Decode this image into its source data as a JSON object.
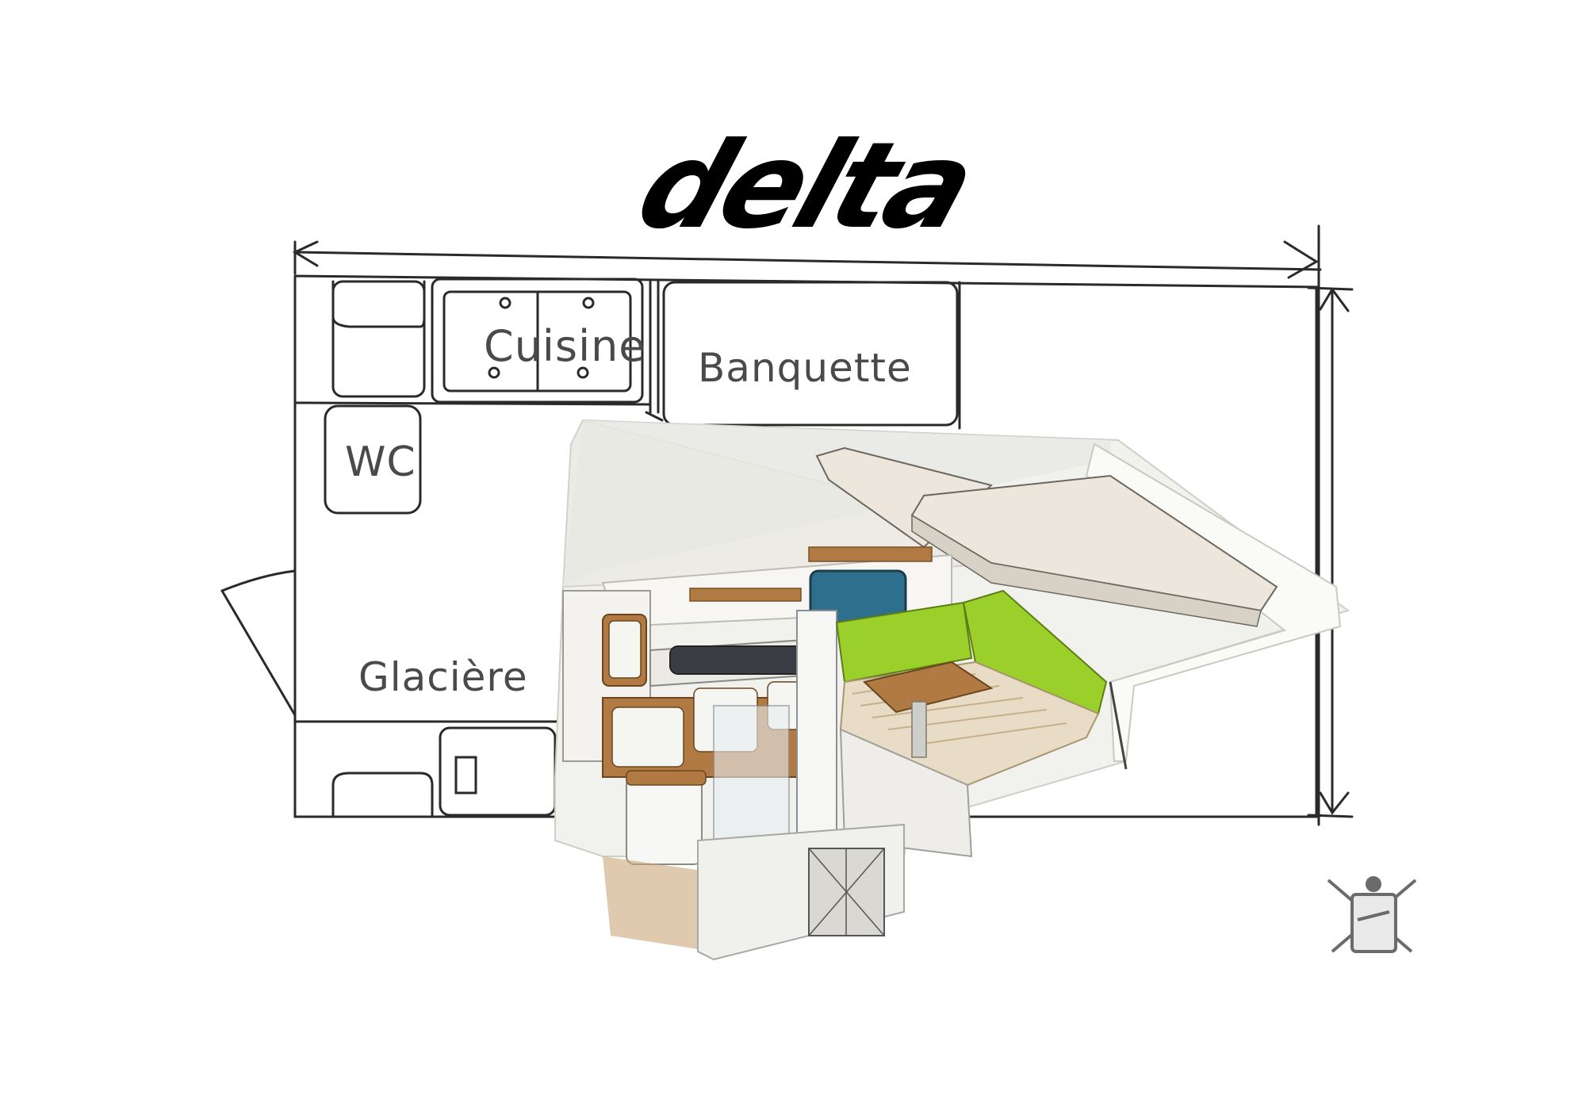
{
  "brand": {
    "logo": "delta"
  },
  "labels": {
    "cuisine": "Cuisine",
    "banquette": "Banquette",
    "wc": "WC",
    "glaciere": "Glacière"
  },
  "icons": {
    "dimension_arrows": "chevron-arrows",
    "signature": "crossed-swords-emblem"
  },
  "colors": {
    "ink": "#2a2a2a",
    "cushion_green": "#9bd02a",
    "wood": "#b07a42",
    "panel": "#f1f1ee",
    "window": "#2f6f8e"
  }
}
